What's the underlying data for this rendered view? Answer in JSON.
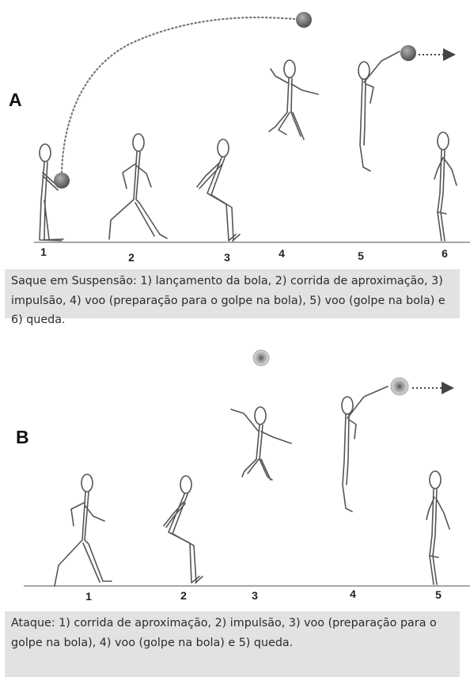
{
  "panel_a": {
    "letter": "A",
    "step_numbers": [
      "1",
      "2",
      "3",
      "4",
      "5",
      "6"
    ],
    "caption_segments": [
      {
        "text": "Saque em Suspensão:",
        "emphasis": true
      },
      {
        "text": " 1) lançamento da bola, 2) corrida de aproximação, 3) impulsão, 4) voo (preparação para o golpe na bola), 5) voo (golpe na bola) e 6) queda.",
        "emphasis": false
      }
    ]
  },
  "panel_b": {
    "letter": "B",
    "step_numbers": [
      "1",
      "2",
      "3",
      "4",
      "5"
    ],
    "caption_segments": [
      {
        "text": "Ataque:",
        "emphasis": true
      },
      {
        "text": " 1) corrida de aproximação, 2) impulsão, 3) voo (preparação para o golpe na bola), 4) voo (golpe na bola) e 5) queda.",
        "emphasis": false
      }
    ]
  },
  "colors": {
    "figure_stroke": "#555555",
    "ball_fill": "#7a7a7a",
    "caption_background": "#e2e2e2",
    "caption_text": "#2b2b2b"
  }
}
